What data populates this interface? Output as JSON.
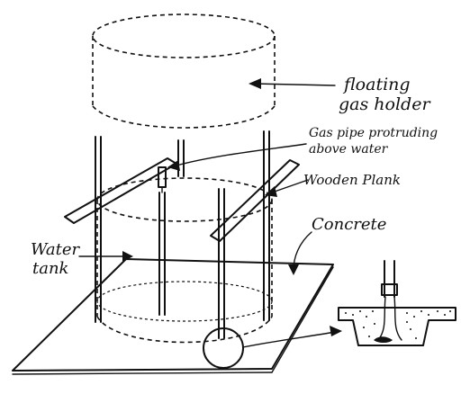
{
  "labels": {
    "gas_holder_line1": "floating",
    "gas_holder_line2": "gas holder",
    "gas_pipe_line1": "Gas pipe protruding",
    "gas_pipe_line2": "above water",
    "wooden_plank": "Wooden Plank",
    "concrete": "Concrete",
    "water_tank_line1": "Water",
    "water_tank_line2": "tank"
  }
}
